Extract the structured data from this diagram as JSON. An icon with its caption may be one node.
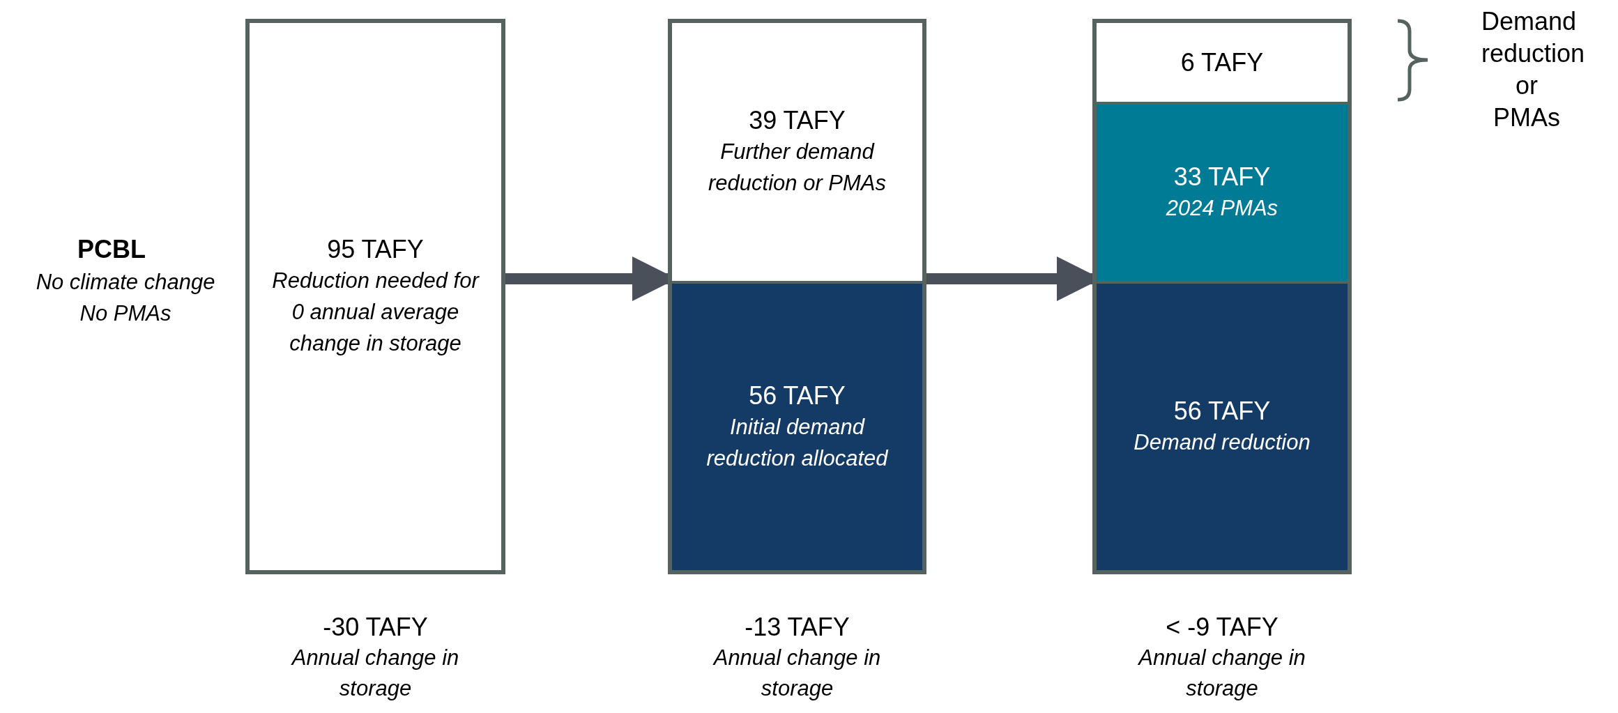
{
  "diagram": {
    "nodes": [
      {
        "text": [
          "95 TAFY",
          "Reduction needed for 0 annual average change in storage"
        ],
        "beside": [
          "-30 TAFY",
          "Annual change in storage"
        ]
      },
      {
        "text": [],
        "shape": "box",
        "beside": [
          "-13 TAFY",
          "Annual change in storage"
        ]
      },
      {
        "text": [
          "39 TAFY",
          "Further demand reduction or PMAs"
        ],
        "in": 1
      },
      {
        "text": [
          "56 TAFY",
          "Initial demand reduction allocated"
        ],
        "in": 1
      },
      {
        "text": [],
        "shape": "box",
        "beside": [
          "< -9 TAFY",
          "Annual change in storage"
        ]
      },
      {
        "text": [
          "6 TAFY"
        ],
        "in": 4
      },
      {
        "text": [
          "33 TAFY",
          "2024 PMAs"
        ],
        "in": 4
      },
      {
        "text": [
          "56 TAFY",
          "Demand reduction"
        ],
        "in": 4
      }
    ],
    "edges": [
      {
        "from": 0,
        "to": 1,
        "arrow": "to"
      },
      {
        "from": 1,
        "to": 4,
        "arrow": "to"
      }
    ],
    "labels": [
      "PCBL",
      "No climate change No PMAs",
      "Demand reduction or PMAs"
    ]
  }
}
